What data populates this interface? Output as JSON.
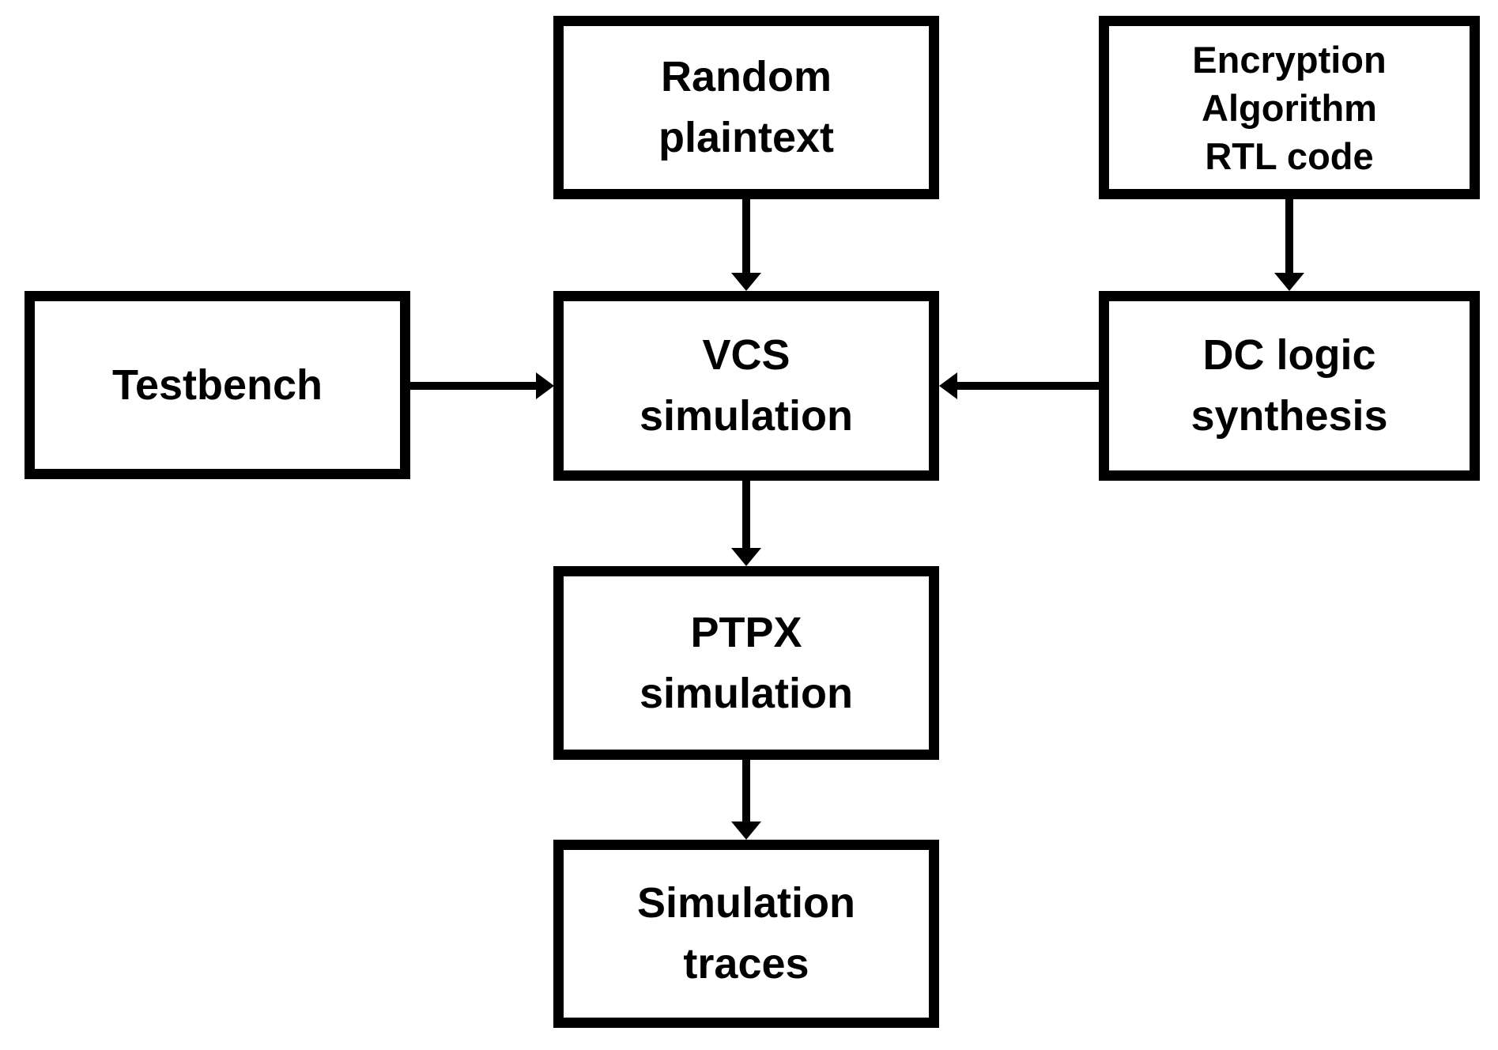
{
  "figure": {
    "background_color": "#ffffff",
    "line_color": "#000000",
    "box_fill_color": "#ffffff",
    "nodes": [
      {
        "id": "random-plaintext",
        "label_lines": [
          "Random",
          "plaintext"
        ]
      },
      {
        "id": "encryption-algorithm-rtl-code",
        "label_lines": [
          "Encryption",
          "Algorithm",
          "RTL code"
        ]
      },
      {
        "id": "testbench",
        "label_lines": [
          "Testbench"
        ]
      },
      {
        "id": "vcs-simulation",
        "label_lines": [
          "VCS",
          "simulation"
        ]
      },
      {
        "id": "dc-logic-synthesis",
        "label_lines": [
          "DC logic",
          "synthesis"
        ]
      },
      {
        "id": "ptpx-simulation",
        "label_lines": [
          "PTPX",
          "simulation"
        ]
      },
      {
        "id": "simulation-traces",
        "label_lines": [
          "Simulation",
          "traces"
        ]
      }
    ],
    "edges": [
      {
        "from": "random-plaintext",
        "to": "vcs-simulation",
        "direction": "down"
      },
      {
        "from": "encryption-algorithm-rtl-code",
        "to": "dc-logic-synthesis",
        "direction": "down"
      },
      {
        "from": "testbench",
        "to": "vcs-simulation",
        "direction": "right"
      },
      {
        "from": "dc-logic-synthesis",
        "to": "vcs-simulation",
        "direction": "left"
      },
      {
        "from": "vcs-simulation",
        "to": "ptpx-simulation",
        "direction": "down"
      },
      {
        "from": "ptpx-simulation",
        "to": "simulation-traces",
        "direction": "down"
      }
    ]
  }
}
